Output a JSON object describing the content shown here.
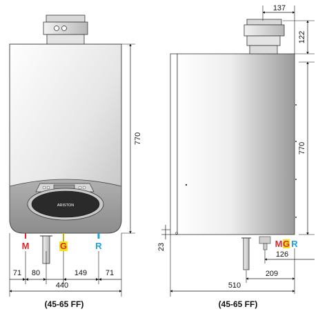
{
  "front_view": {
    "caption": "(45-65 FF)",
    "brand_logo": "ARISTON",
    "height_dim": "770",
    "connections": [
      {
        "label": "M",
        "color": "#e0262b"
      },
      {
        "label": "G",
        "color": "#f4e21a"
      },
      {
        "label": "R",
        "color": "#1aa3e0"
      }
    ],
    "bottom_dims": [
      "71",
      "80",
      "149",
      "71"
    ],
    "total_width": "440"
  },
  "side_view": {
    "caption": "(45-65 FF)",
    "flue_offset": "137",
    "flue_height": "122",
    "height_dim": "770",
    "bottom_offset": "23",
    "connections": [
      {
        "label": "M",
        "color": "#e0262b"
      },
      {
        "label": "G",
        "color": "#f4e21a"
      },
      {
        "label": "R",
        "color": "#1aa3e0"
      }
    ],
    "conn_offset": "126",
    "conn_depth": "209",
    "total_depth": "510"
  }
}
